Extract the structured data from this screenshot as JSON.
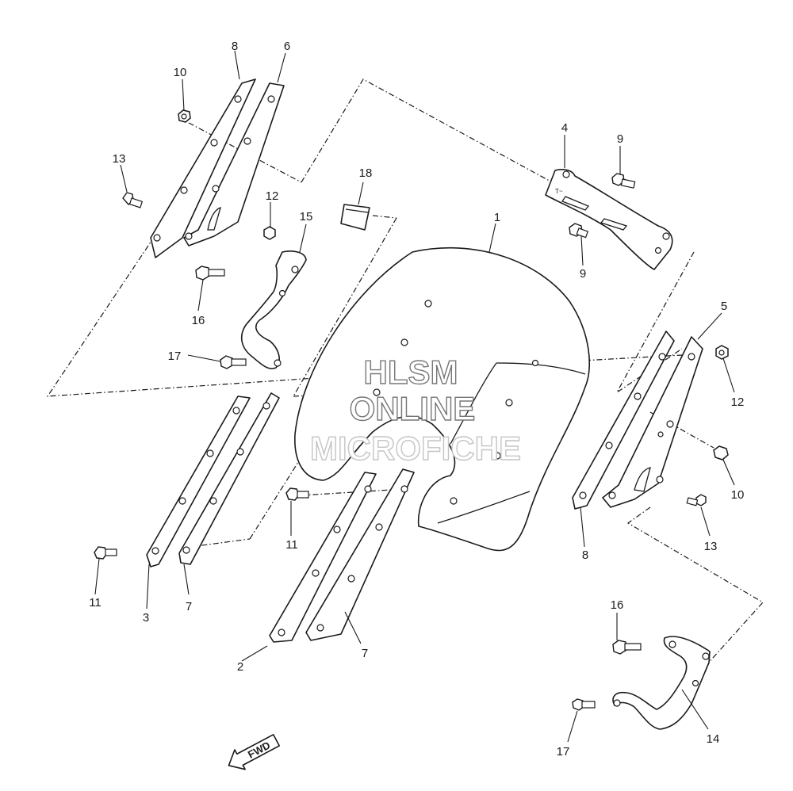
{
  "watermark": {
    "line1": "HLSM",
    "line2": "ONLINE",
    "line3": "MICROFICHE"
  },
  "direction_arrow": {
    "label": "FWD"
  },
  "callouts": [
    {
      "id": "c1",
      "label": "1"
    },
    {
      "id": "c2",
      "label": "2"
    },
    {
      "id": "c3",
      "label": "3"
    },
    {
      "id": "c4",
      "label": "4"
    },
    {
      "id": "c5",
      "label": "5"
    },
    {
      "id": "c6",
      "label": "6"
    },
    {
      "id": "c7a",
      "label": "7"
    },
    {
      "id": "c7b",
      "label": "7"
    },
    {
      "id": "c8a",
      "label": "8"
    },
    {
      "id": "c8b",
      "label": "8"
    },
    {
      "id": "c9a",
      "label": "9"
    },
    {
      "id": "c9b",
      "label": "9"
    },
    {
      "id": "c10a",
      "label": "10"
    },
    {
      "id": "c10b",
      "label": "10"
    },
    {
      "id": "c11a",
      "label": "11"
    },
    {
      "id": "c11b",
      "label": "11"
    },
    {
      "id": "c12a",
      "label": "12"
    },
    {
      "id": "c12b",
      "label": "12"
    },
    {
      "id": "c13a",
      "label": "13"
    },
    {
      "id": "c13b",
      "label": "13"
    },
    {
      "id": "c14",
      "label": "14"
    },
    {
      "id": "c15",
      "label": "15"
    },
    {
      "id": "c16a",
      "label": "16"
    },
    {
      "id": "c16b",
      "label": "16"
    },
    {
      "id": "c17a",
      "label": "17"
    },
    {
      "id": "c17b",
      "label": "17"
    },
    {
      "id": "c18",
      "label": "18"
    }
  ]
}
